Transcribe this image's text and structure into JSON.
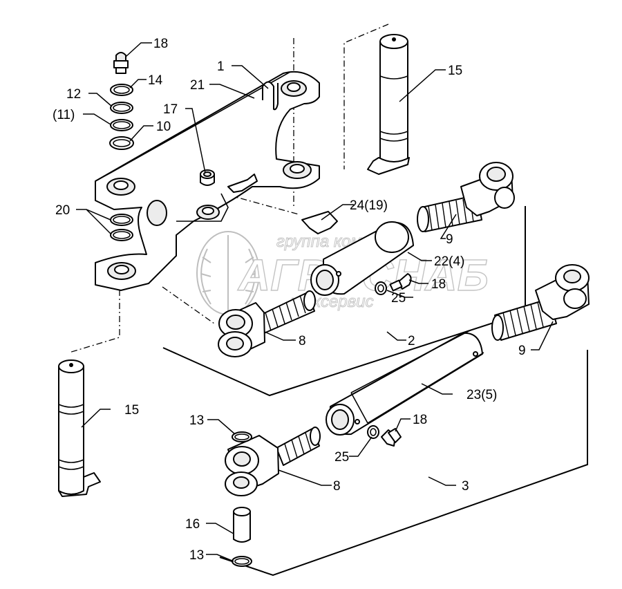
{
  "labels": {
    "l1": "1",
    "l2": "2",
    "l3": "3",
    "l8a": "8",
    "l8b": "8",
    "l9a": "9",
    "l9b": "9",
    "l10": "10",
    "l11": "(11)",
    "l12": "12",
    "l13a": "13",
    "l13b": "13",
    "l14": "14",
    "l15a": "15",
    "l15b": "15",
    "l16": "16",
    "l17": "17",
    "l18a": "18",
    "l18b": "18",
    "l18c": "18",
    "l20": "20",
    "l21": "21",
    "l22": "22(4)",
    "l23": "23(5)",
    "l24": "24(19)",
    "l25a": "25",
    "l25b": "25"
  },
  "watermark": {
    "top_line": "группа компаний",
    "brand": "АГРОСНАБ",
    "bottom_line": "техсервис"
  }
}
